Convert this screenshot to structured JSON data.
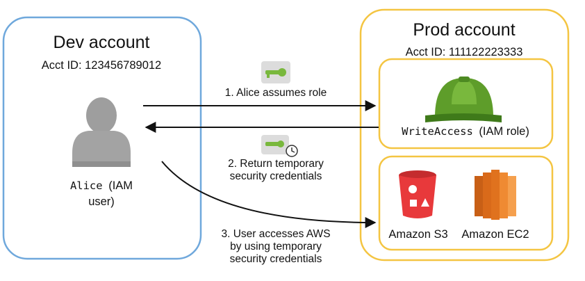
{
  "dev_account": {
    "title": "Dev account",
    "acct_id": "Acct ID: 123456789012",
    "user": {
      "code_label": "Alice",
      "suffix_label": "(IAM",
      "suffix_label_2": "user)",
      "icon": "user-silhouette-icon"
    }
  },
  "prod_account": {
    "title": "Prod account",
    "acct_id": "Acct ID: 111122223333",
    "role": {
      "code_label": "WriteAccess",
      "suffix_label": "(IAM role)",
      "icon": "hard-hat-icon"
    },
    "services": [
      {
        "label": "Amazon S3",
        "icon": "s3-bucket-icon"
      },
      {
        "label": "Amazon EC2",
        "icon": "ec2-icon"
      }
    ]
  },
  "steps": [
    {
      "lines": [
        "1. Alice assumes role"
      ],
      "icon": "key-icon"
    },
    {
      "lines": [
        "2. Return temporary",
        "security credentials"
      ],
      "icon": "temporary-key-icon"
    },
    {
      "lines": [
        "3. User accesses AWS",
        "by using temporary",
        "security credentials"
      ]
    }
  ],
  "colors": {
    "dev_border": "#6fa8dc",
    "prod_border": "#f4c542",
    "arrow": "#111111",
    "key_green": "#79b83d",
    "helmet_green": "#5e9d2a",
    "s3_red": "#e8393b",
    "ec2_orange": "#e0721e",
    "user_gray": "#9e9e9e"
  }
}
